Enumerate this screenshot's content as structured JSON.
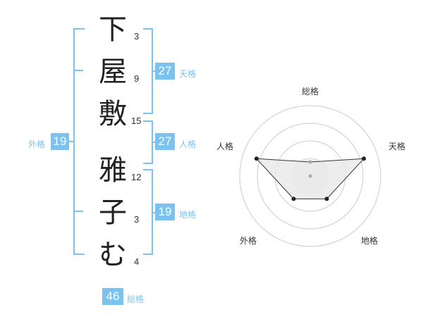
{
  "name": {
    "characters": [
      "下",
      "屋",
      "敷",
      "雅",
      "子",
      "む"
    ],
    "strokes": [
      "3",
      "9",
      "15",
      "12",
      "3",
      "4"
    ]
  },
  "badges": {
    "tenkaku": {
      "value": "27",
      "label": "天格"
    },
    "jinkaku": {
      "value": "27",
      "label": "人格"
    },
    "chikaku": {
      "value": "19",
      "label": "地格"
    },
    "gaikaku": {
      "value": "19",
      "label": "外格"
    },
    "soukaku": {
      "value": "46",
      "label": "総格"
    }
  },
  "colors": {
    "accent": "#7cc2ef",
    "badge": "#7cc2ef",
    "ring": "#cccccc",
    "polygon": "#e8e8e8"
  },
  "chart_data": {
    "type": "radar",
    "axes": [
      "総格",
      "天格",
      "地格",
      "外格",
      "人格"
    ],
    "values": [
      0.2,
      0.8,
      0.4,
      0.4,
      0.8
    ],
    "rings": 4
  }
}
